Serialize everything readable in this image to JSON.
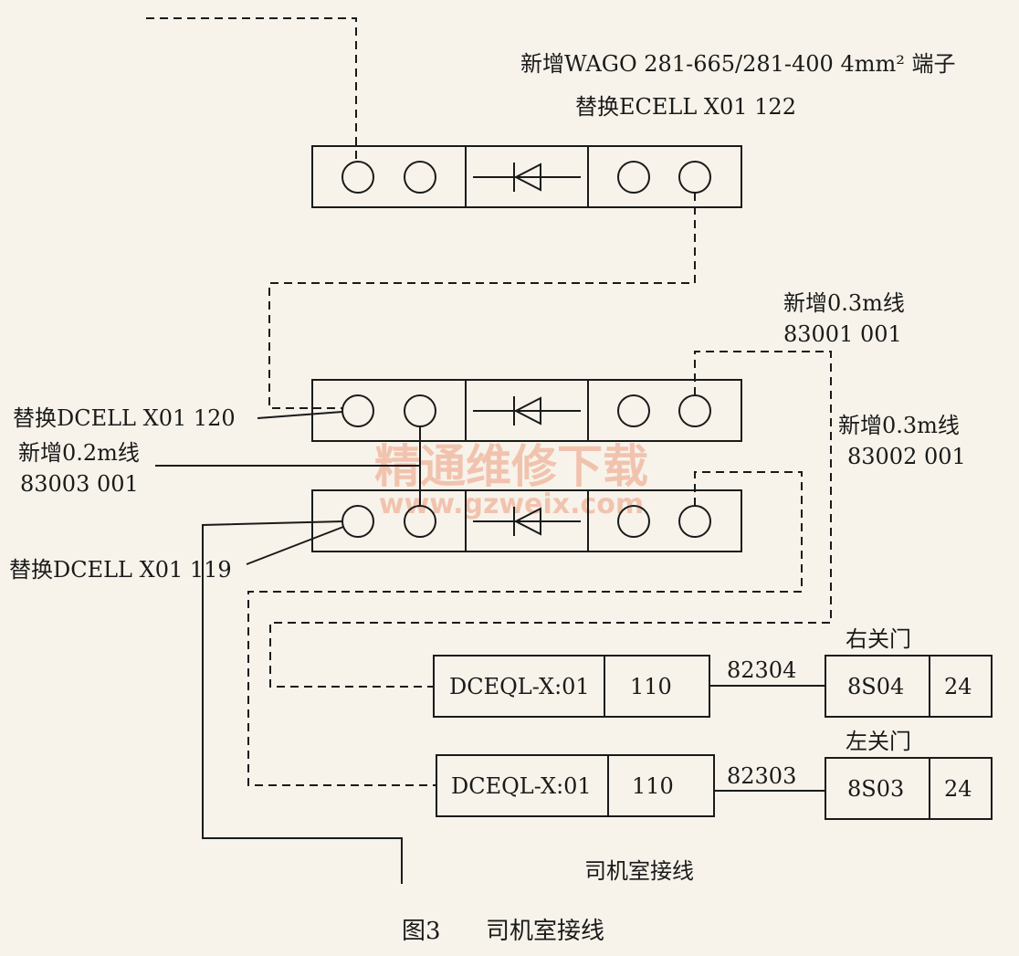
{
  "labels": {
    "top_note_1": "新增WAGO 281-665/281-400 4mm² 端子",
    "top_note_2": "替换ECELL X01  122",
    "new_03_a": "新增0.3m线",
    "new_03_a_code": "83001 001",
    "new_03_b": "新增0.3m线",
    "new_03_b_code": "83002 001",
    "replace_120": "替换DCELL X01  120",
    "new_02": "新增0.2m线",
    "new_02_code": "83003 001",
    "replace_119": "替换DCELL X01  119",
    "right_door": "右关门",
    "left_door": "左关门",
    "wire_82304": "82304",
    "wire_82303": "82303",
    "cab_wiring": "司机室接线",
    "caption_num": "图3",
    "caption_text": "司机室接线"
  },
  "connectors": {
    "upper": {
      "name": "DCEQL-X:01",
      "pin": "110",
      "target": "8S04",
      "target_pin": "24"
    },
    "lower": {
      "name": "DCEQL-X:01",
      "pin": "110",
      "target": "8S03",
      "target_pin": "24"
    }
  },
  "watermark": {
    "line1": "精通维修下载",
    "line2": "www.gzweix.com"
  }
}
